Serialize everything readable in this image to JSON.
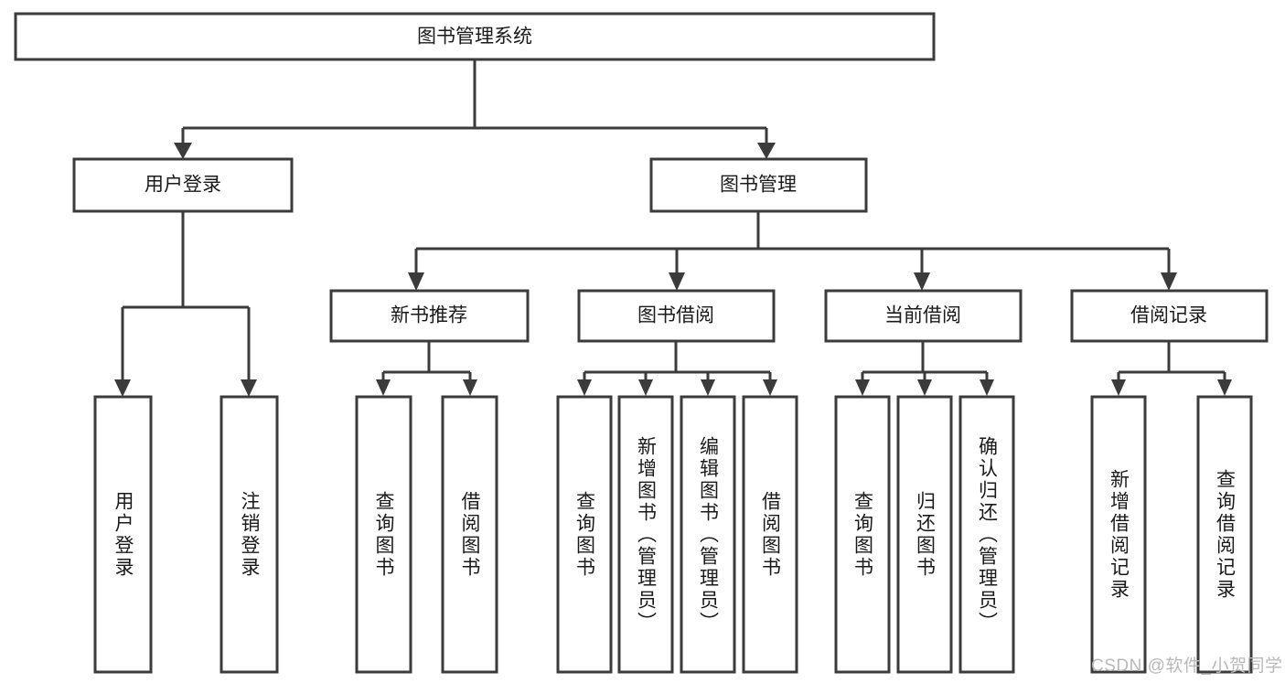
{
  "diagram": {
    "type": "tree",
    "title": "图书管理系统",
    "watermark": "CSDN @软件_小贺同学",
    "colors": {
      "box_stroke": "#3b3b3b",
      "box_fill": "#ffffff",
      "connector": "#3b3b3b",
      "text": "#1a1a1a",
      "watermark": "#b9b9b9",
      "background": "#ffffff"
    },
    "levels": {
      "root": "图书管理系统",
      "level2": [
        "用户登录",
        "图书管理"
      ],
      "level3": [
        "新书推荐",
        "图书借阅",
        "当前借阅",
        "借阅记录"
      ]
    },
    "nodes": {
      "root": {
        "label": "图书管理系统"
      },
      "user_login": {
        "label": "用户登录"
      },
      "book_manage": {
        "label": "图书管理"
      },
      "new_book_rec": {
        "label": "新书推荐"
      },
      "book_borrow": {
        "label": "图书借阅"
      },
      "current_borrow": {
        "label": "当前借阅"
      },
      "borrow_record": {
        "label": "借阅记录"
      }
    },
    "leaves": {
      "user_login": [
        {
          "label": "用户登录"
        },
        {
          "label": "注销登录"
        }
      ],
      "new_book_rec": [
        {
          "label": "查询图书"
        },
        {
          "label": "借阅图书"
        }
      ],
      "book_borrow": [
        {
          "label": "查询图书"
        },
        {
          "label": "新增图书（管理员）"
        },
        {
          "label": "编辑图书（管理员）"
        },
        {
          "label": "借阅图书"
        }
      ],
      "current_borrow": [
        {
          "label": "查询图书"
        },
        {
          "label": "归还图书"
        },
        {
          "label": "确认归还（管理员）"
        }
      ],
      "borrow_record": [
        {
          "label": "新增借阅记录"
        },
        {
          "label": "查询借阅记录"
        }
      ]
    }
  }
}
